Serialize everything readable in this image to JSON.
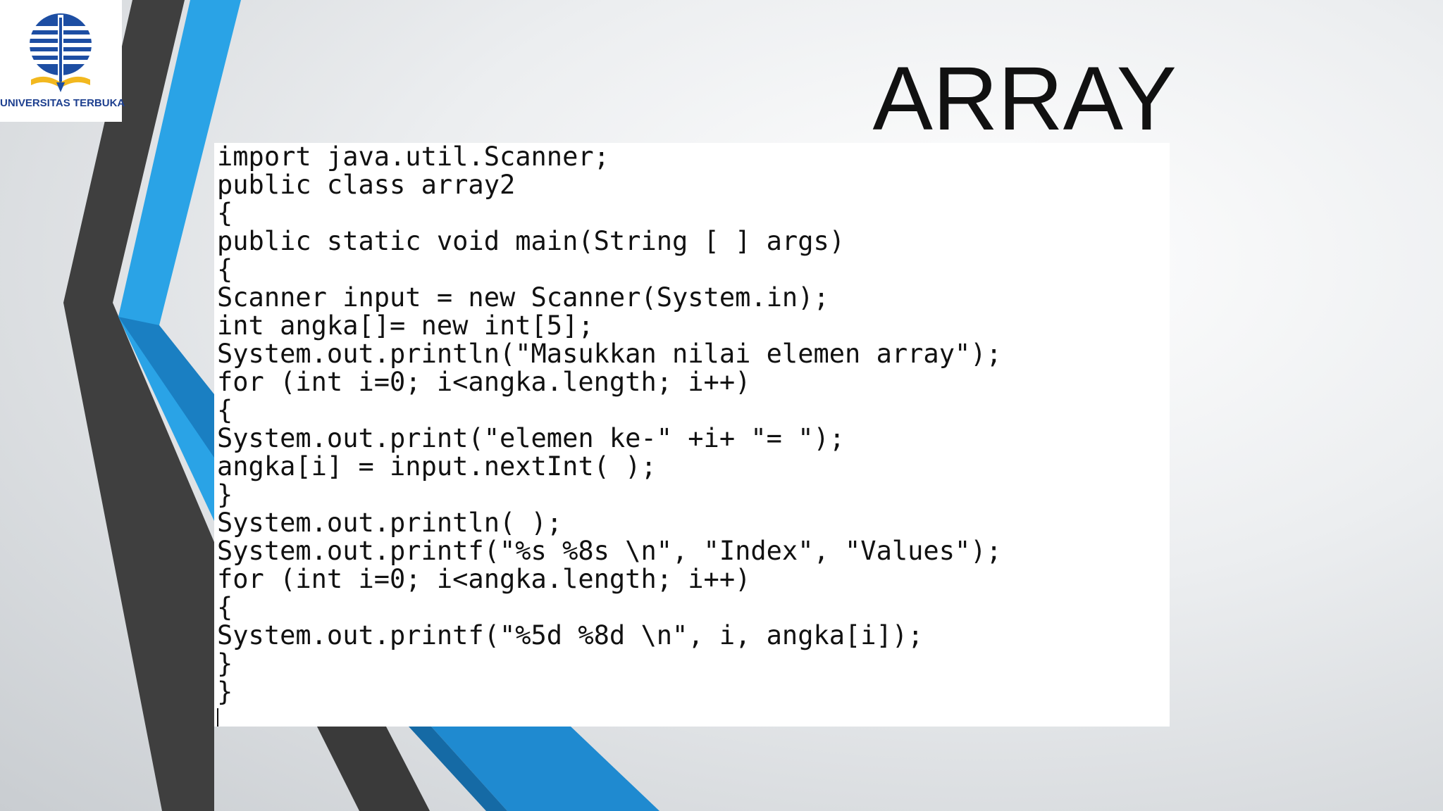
{
  "logo": {
    "text": "UNIVERSITAS TERBUKA",
    "emblem": "university-emblem-icon",
    "colors": {
      "blue": "#1d4ea3",
      "gold": "#f2b81f"
    }
  },
  "slide": {
    "title": "ARRAY",
    "colors": {
      "dark_gray_band": "#3f3f3f",
      "blue_band": "#2aa3e6",
      "dark_blue_band": "#1a7fc2"
    }
  },
  "code": {
    "lines": [
      "import java.util.Scanner;",
      "public class array2",
      "{",
      "public static void main(String [ ] args)",
      "{",
      "Scanner input = new Scanner(System.in);",
      "int angka[]= new int[5];",
      "System.out.println(\"Masukkan nilai elemen array\");",
      "for (int i=0; i<angka.length; i++)",
      "{",
      "System.out.print(\"elemen ke-\" +i+ \"= \");",
      "angka[i] = input.nextInt( );",
      "}",
      "System.out.println( );",
      "System.out.printf(\"%s %8s \\n\", \"Index\", \"Values\");",
      "for (int i=0; i<angka.length; i++)",
      "{",
      "System.out.printf(\"%5d %8d \\n\", i, angka[i]);",
      "}",
      "}"
    ]
  }
}
